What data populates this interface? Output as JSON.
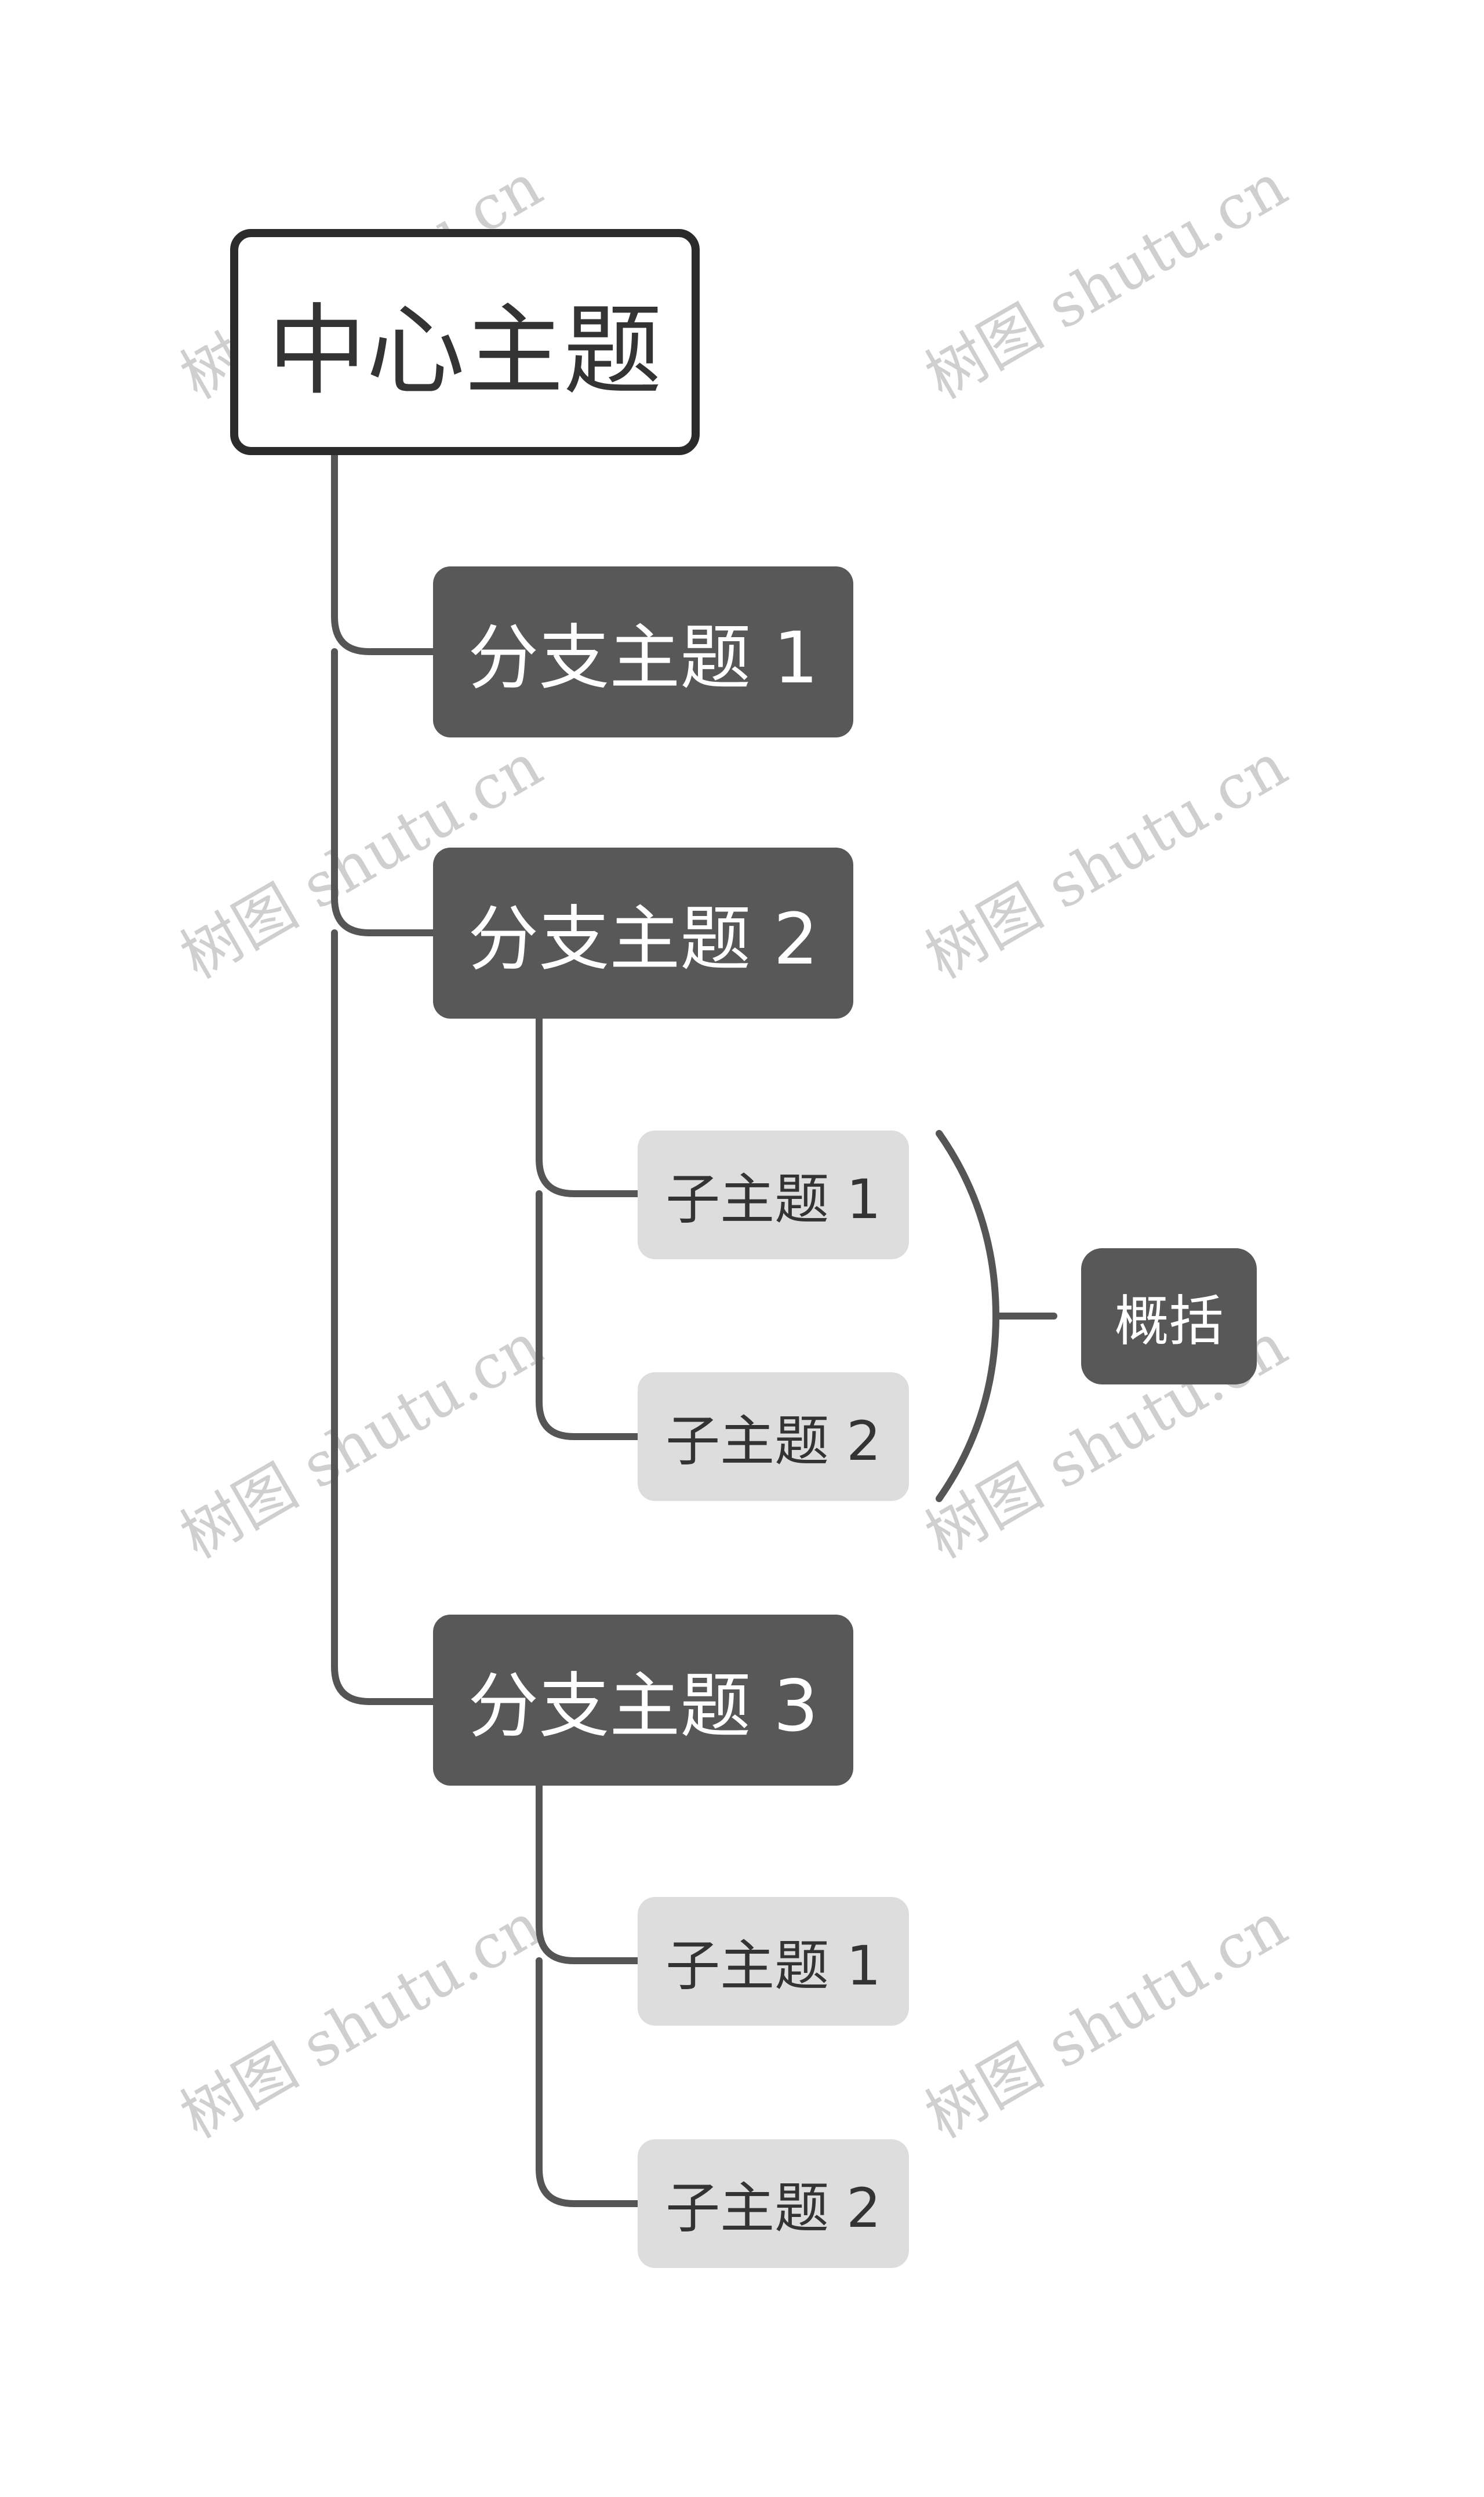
{
  "central_topic": "中心主题",
  "branches": [
    {
      "label": "分支主题 1",
      "children": []
    },
    {
      "label": "分支主题 2",
      "children": [
        "子主题 1",
        "子主题 2"
      ]
    },
    {
      "label": "分支主题 3",
      "children": [
        "子主题 1",
        "子主题 2"
      ]
    }
  ],
  "summary": "概括",
  "watermark": "树图 shutu.cn",
  "colors": {
    "line": "#555555",
    "central_border": "#2b2b2b",
    "branch_fill": "#585858",
    "subtopic_fill": "#dddddd",
    "watermark": "#cfcfcf"
  }
}
